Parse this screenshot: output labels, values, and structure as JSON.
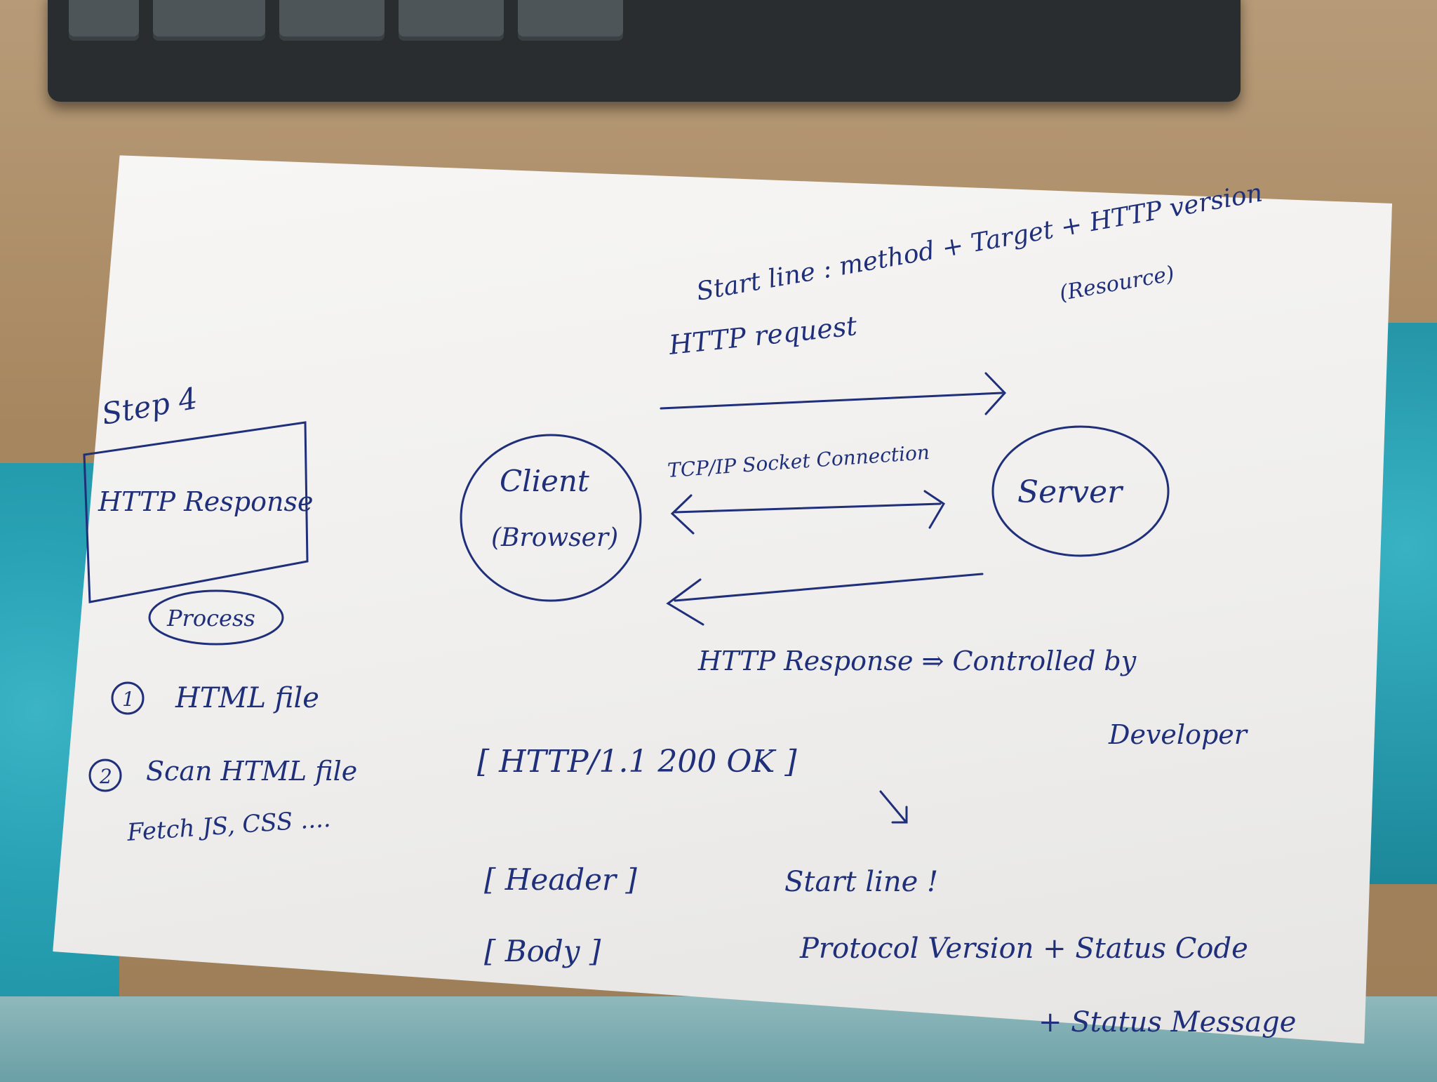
{
  "notes": {
    "start_line_request": "Start line : method + Target + HTTP version",
    "resource": "(Resource)",
    "http_request": "HTTP request",
    "step": "Step 4",
    "http_response_box": "HTTP Response",
    "process": "Process",
    "client": "Client",
    "browser": "(Browser)",
    "tcp_ip": "TCP/IP Socket Connection",
    "server": "Server",
    "response_line": "HTTP Response ⇒ Controlled by",
    "developer": "Developer",
    "item1": "HTML file",
    "item1_num": "1",
    "item2": "Scan HTML file",
    "item2_num": "2",
    "fetch": "Fetch JS, CSS ....",
    "status_line": "[ HTTP/1.1  200  OK ]",
    "header": "[ Header ]",
    "start_line_label": "Start line !",
    "body": "[ Body ]",
    "protocol_line": "Protocol Version + Status Code",
    "status_message": "+ Status Message"
  },
  "colors": {
    "ink": "#1f2f7a",
    "paper": "#f3f2f0",
    "towel": "#2aa3b6"
  }
}
